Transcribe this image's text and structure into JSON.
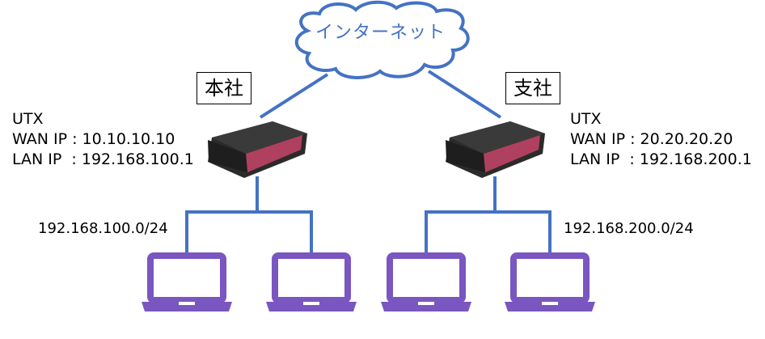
{
  "cloud": {
    "label": "インターネット"
  },
  "sites": [
    {
      "name": "本社",
      "device": "UTX",
      "wan": "WAN IP : 10.10.10.10",
      "lan": "LAN IP  : 192.168.100.1",
      "subnet": "192.168.100.0/24"
    },
    {
      "name": "支社",
      "device": "UTX",
      "wan": "WAN IP : 20.20.20.20",
      "lan": "LAN IP  : 192.168.200.1",
      "subnet": "192.168.200.0/24"
    }
  ],
  "colors": {
    "link": "#4472c4",
    "laptop": "#7a56c1",
    "router_body": "#2b2b2b",
    "router_panel": "#b0405f"
  }
}
